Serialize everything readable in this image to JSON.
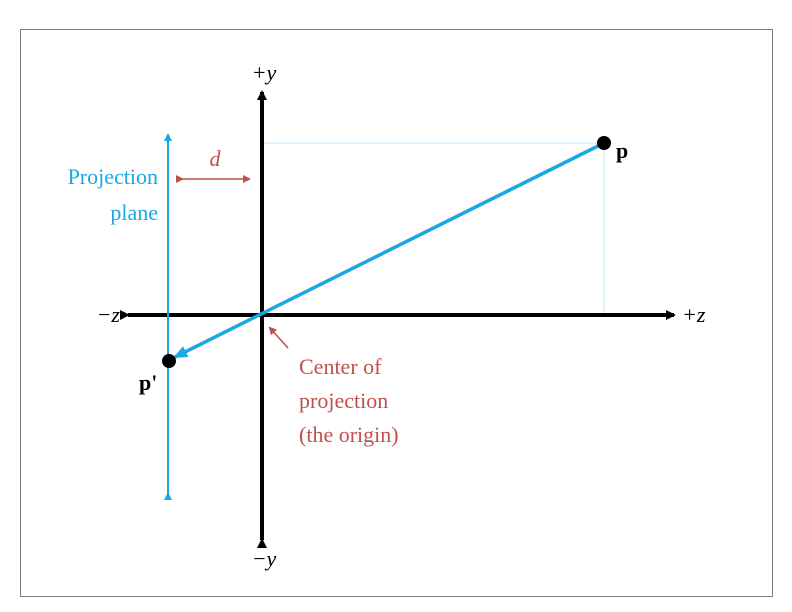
{
  "labels": {
    "pos_y": "+y",
    "neg_y": "−y",
    "pos_z": "+z",
    "neg_z": "−z",
    "distance": "d",
    "projection_plane_line1": "Projection",
    "projection_plane_line2": "plane",
    "point": "p",
    "projected_point": "p'",
    "center_line1": "Center of",
    "center_line2": "projection",
    "center_line3": "(the origin)"
  },
  "colors": {
    "axis": "#000000",
    "projection_ray": "#1ba7e1",
    "projection_plane": "#1ba7e1",
    "guide_lines": "#b9e3f3",
    "annotation": "#c0504d",
    "points": "#000000"
  }
}
